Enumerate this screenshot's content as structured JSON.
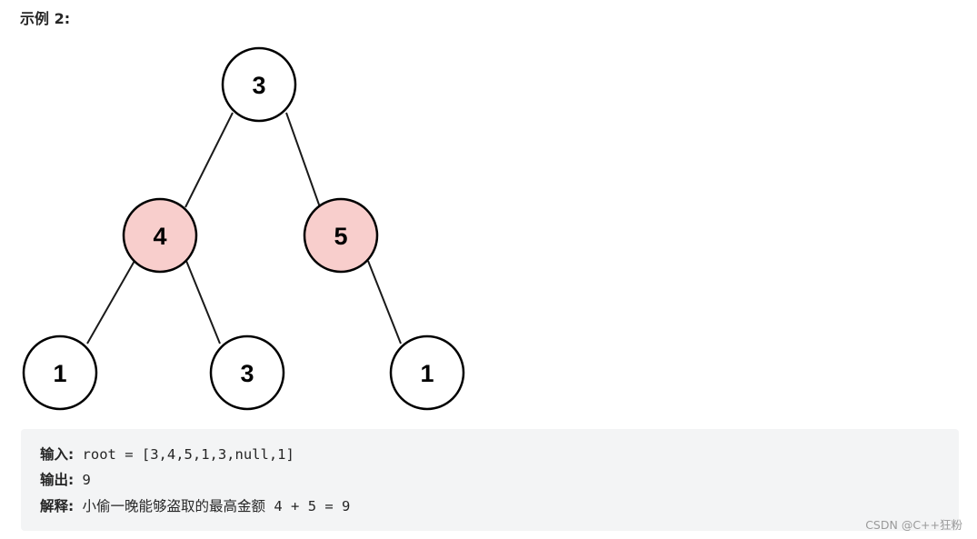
{
  "heading": "示例 2:",
  "tree": {
    "nodes": [
      {
        "label": "3",
        "highlighted": false
      },
      {
        "label": "4",
        "highlighted": true
      },
      {
        "label": "5",
        "highlighted": true
      },
      {
        "label": "1",
        "highlighted": false
      },
      {
        "label": "3",
        "highlighted": false
      },
      {
        "label": "1",
        "highlighted": false
      }
    ],
    "colors": {
      "highlight_fill": "#f8cecc",
      "default_fill": "#ffffff",
      "stroke": "#000000"
    }
  },
  "example": {
    "input_label": "输入:",
    "input_value": "root = [3,4,5,1,3,null,1]",
    "output_label": "输出:",
    "output_value": "9",
    "explanation_label": "解释:",
    "explanation_value": "小偷一晚能够盗取的最高金额 4 + 5 = 9"
  },
  "watermark": "CSDN @C++狂粉"
}
